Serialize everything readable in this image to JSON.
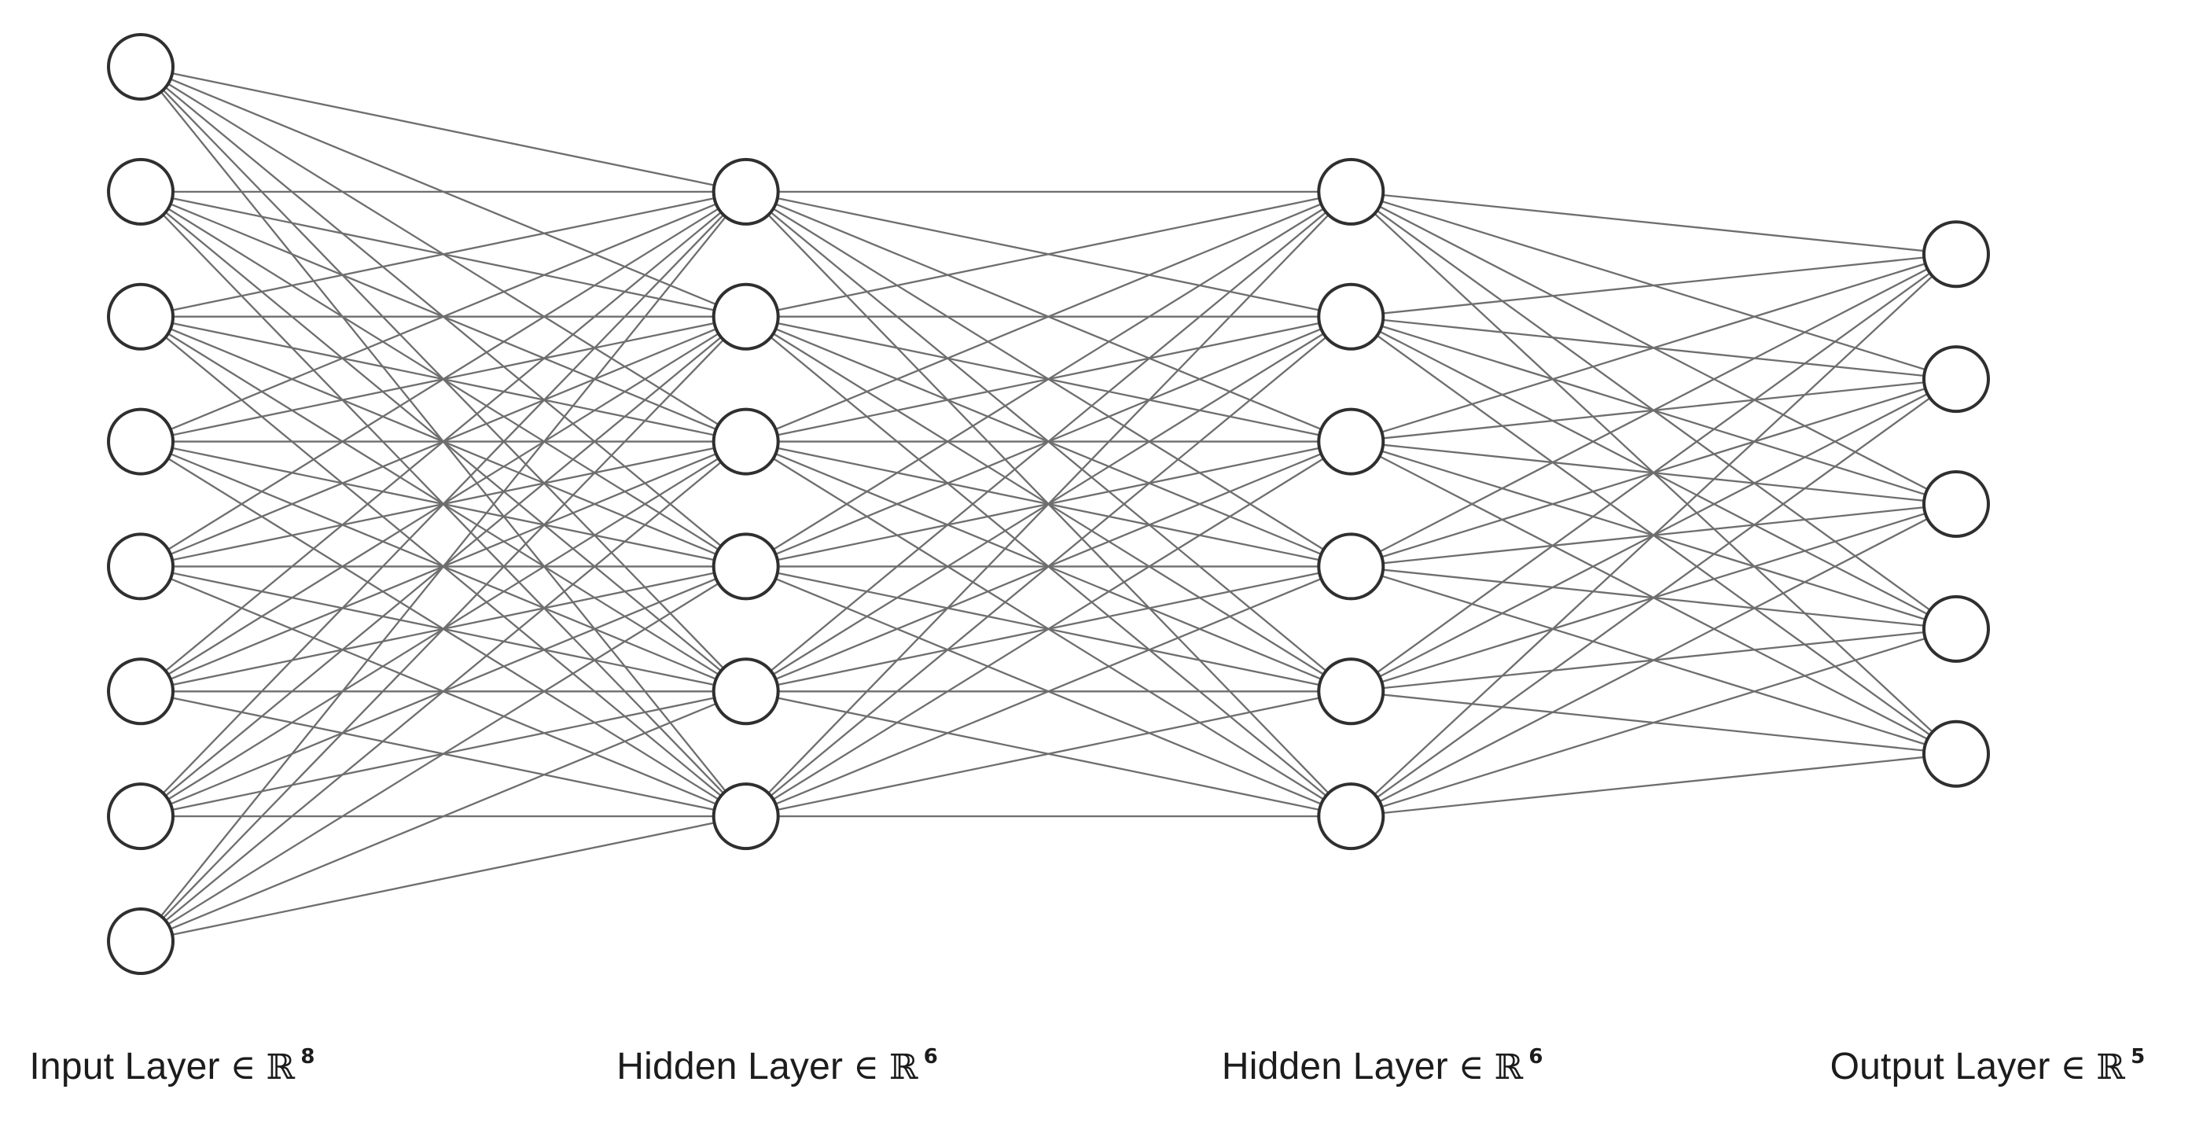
{
  "diagram": {
    "type": "neural-network-architecture",
    "connectivity": "fully-connected",
    "background_color": "#ffffff",
    "node_style": {
      "fill": "#ffffff",
      "stroke": "#2f2f2f",
      "stroke_width": 4,
      "radius": 41
    },
    "edge_style": {
      "stroke": "#6e6e6e",
      "stroke_width": 2.3
    },
    "label_color": "#1c1c1c",
    "layers": [
      {
        "id": "input",
        "label": "Input Layer",
        "in_symbol": "∈",
        "set_symbol": "ℝ",
        "dimension": "8",
        "neurons": 8
      },
      {
        "id": "hidden-1",
        "label": "Hidden Layer",
        "in_symbol": "∈",
        "set_symbol": "ℝ",
        "dimension": "6",
        "neurons": 6
      },
      {
        "id": "hidden-2",
        "label": "Hidden Layer",
        "in_symbol": "∈",
        "set_symbol": "ℝ",
        "dimension": "6",
        "neurons": 6
      },
      {
        "id": "output",
        "label": "Output Layer",
        "in_symbol": "∈",
        "set_symbol": "ℝ",
        "dimension": "5",
        "neurons": 5
      }
    ]
  }
}
